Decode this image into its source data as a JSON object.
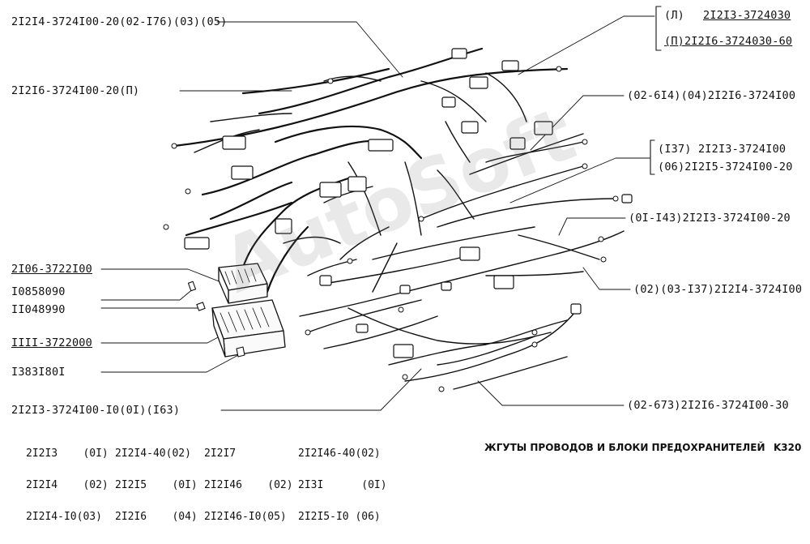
{
  "watermark": "AutoSoft",
  "labels": {
    "l_top1": "2I2I4-3724I00-20(02-I76)(03)(05)",
    "l_top2": "2I2I6-3724I00-20(П)",
    "l_106": "2I06-3722I00",
    "l_1085": "I0858090",
    "l_1104": "II048990",
    "l_111": "IIII-3722000",
    "l_1383": "I383I80I",
    "l_bottom": "2I2I3-3724I00-I0(0I)(I63)",
    "r_L_tag": "(Л)",
    "r_L_num": "2I2I3-3724030",
    "r_P": "(П)2I2I6-3724030-60",
    "r_614": "(02-6I4)(04)2I2I6-3724I00",
    "r_137a": "(I37)  2I2I3-3724I00",
    "r_06": "(06)2I2I5-3724I00-20",
    "r_143": "(0I-I43)2I2I3-3724I00-20",
    "r_0203": "(02)(03-I37)2I2I4-3724I00",
    "r_673": "(02-673)2I2I6-3724I00-30"
  },
  "applicability": {
    "col1": [
      "2I2I3    (0I)",
      "2I2I4    (02)",
      "2I2I4-I0(03)"
    ],
    "col2": [
      "2I2I4-40(02)",
      "2I2I5    (0I)",
      "2I2I6    (04)"
    ],
    "col3": [
      "2I2I7",
      "2I2I46    (02)",
      "2I2I46-I0(05)"
    ],
    "col4": [
      "2I2I46-40(02)",
      "2I3I      (0I)",
      "2I2I5-I0 (06)"
    ]
  },
  "footer": {
    "title": "ЖГУТЫ ПРОВОДОВ И БЛОКИ ПРЕДОХРАНИТЕЛЕЙ",
    "page_code": "K320"
  }
}
